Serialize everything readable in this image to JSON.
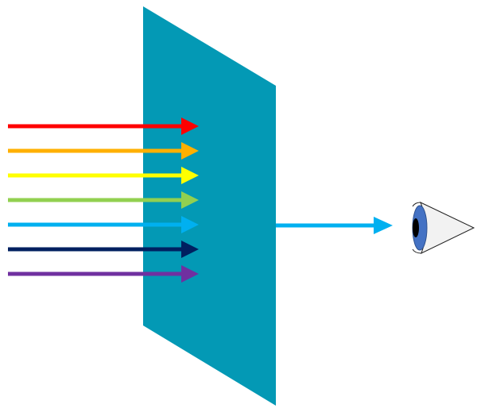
{
  "diagram": {
    "incoming_rays": [
      {
        "name": "red",
        "color": "#ff0000"
      },
      {
        "name": "orange",
        "color": "#ffb000"
      },
      {
        "name": "yellow",
        "color": "#ffff00"
      },
      {
        "name": "green",
        "color": "#92d050"
      },
      {
        "name": "light-blue",
        "color": "#00b0f0"
      },
      {
        "name": "dark-blue",
        "color": "#002060"
      },
      {
        "name": "purple",
        "color": "#7030a0"
      }
    ],
    "filter_color": "#0399b5",
    "transmitted_ray_color": "#00b0f0",
    "eye": {
      "iris_color": "#4472c4",
      "pupil_color": "#000000",
      "cone_color": "#f2f2f2"
    }
  }
}
